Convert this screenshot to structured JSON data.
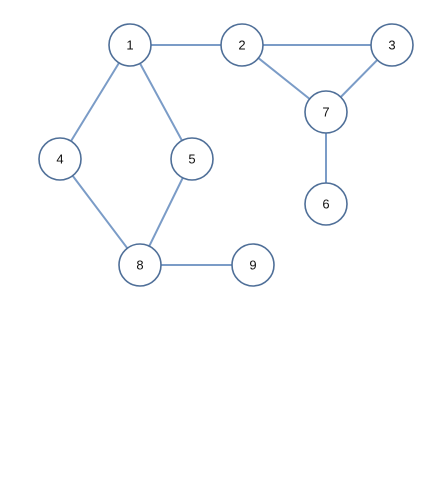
{
  "graph": {
    "colors": {
      "edge": "#7b9cc7",
      "node_border": "#4f6f98",
      "node_fill": "#ffffff",
      "label": "#111111"
    },
    "nodes": [
      {
        "id": "1",
        "label": "1"
      },
      {
        "id": "2",
        "label": "2"
      },
      {
        "id": "3",
        "label": "3"
      },
      {
        "id": "4",
        "label": "4"
      },
      {
        "id": "5",
        "label": "5"
      },
      {
        "id": "6",
        "label": "6"
      },
      {
        "id": "7",
        "label": "7"
      },
      {
        "id": "8",
        "label": "8"
      },
      {
        "id": "9",
        "label": "9"
      }
    ],
    "edges": [
      [
        "1",
        "2"
      ],
      [
        "2",
        "3"
      ],
      [
        "2",
        "7"
      ],
      [
        "3",
        "7"
      ],
      [
        "7",
        "6"
      ],
      [
        "1",
        "4"
      ],
      [
        "1",
        "5"
      ],
      [
        "4",
        "8"
      ],
      [
        "5",
        "8"
      ],
      [
        "8",
        "9"
      ]
    ]
  }
}
